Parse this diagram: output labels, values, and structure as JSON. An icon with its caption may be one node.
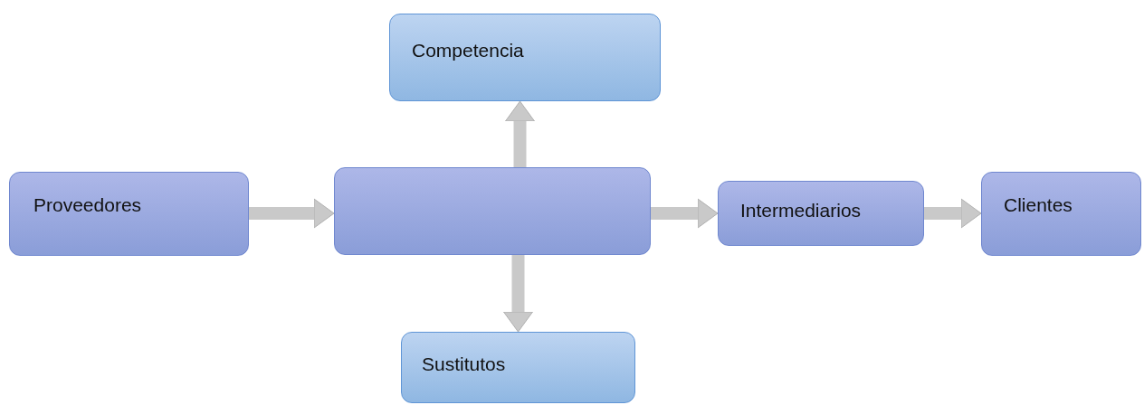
{
  "diagram": {
    "nodes": [
      {
        "text": [
          "Competencia"
        ]
      },
      {
        "text": [
          "Proveedores"
        ]
      },
      {
        "text": [],
        "shape": "box"
      },
      {
        "text": [
          "Intermediarios"
        ]
      },
      {
        "text": [
          "Clientes"
        ]
      },
      {
        "text": [
          "Sustitutos"
        ]
      }
    ],
    "edges": [
      {
        "from": 2,
        "to": 0,
        "arrow": "to"
      },
      {
        "from": 1,
        "to": 2,
        "arrow": "to"
      },
      {
        "from": 2,
        "to": 3,
        "arrow": "to"
      },
      {
        "from": 3,
        "to": 4,
        "arrow": "to"
      },
      {
        "from": 2,
        "to": 5,
        "arrow": "to"
      }
    ]
  }
}
